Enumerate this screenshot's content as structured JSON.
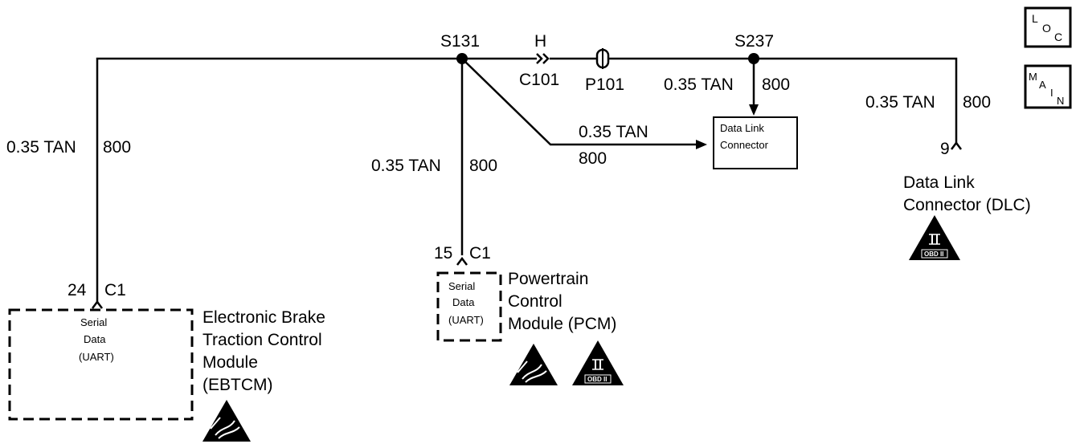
{
  "splices": {
    "s131": "S131",
    "s237": "S237"
  },
  "connectors": {
    "c101_pin": "H",
    "c101": "C101",
    "p101": "P101"
  },
  "wires": {
    "ebtcm_gauge": "0.35 TAN",
    "ebtcm_circuit": "800",
    "pcm_gauge": "0.35 TAN",
    "pcm_circuit": "800",
    "diag_gauge": "0.35 TAN",
    "diag_circuit": "800",
    "s237_gauge": "0.35 TAN",
    "s237_circuit": "800",
    "dlc_gauge": "0.35 TAN",
    "dlc_circuit": "800"
  },
  "ebtcm": {
    "pin": "24",
    "connector": "C1",
    "inner": [
      "Serial",
      "Data",
      "(UART)"
    ],
    "name": [
      "Electronic Brake",
      "Traction Control",
      "Module",
      "(EBTCM)"
    ]
  },
  "pcm": {
    "pin": "15",
    "connector": "C1",
    "inner": [
      "Serial",
      "Data",
      "(UART)"
    ],
    "name": [
      "Powertrain",
      "Control",
      "Module (PCM)"
    ]
  },
  "dlc_small_box": {
    "lines": [
      "Data Link",
      "Connector"
    ]
  },
  "dlc": {
    "pin": "9",
    "name": [
      "Data Link",
      "Connector (DLC)"
    ]
  },
  "badges": {
    "loc": [
      "L",
      "O",
      "C"
    ],
    "main": [
      "M",
      "A",
      "I",
      "N"
    ],
    "obd_numeral": "II",
    "obd_text": "OBD II"
  },
  "colors": {
    "ink": "#000000",
    "paper": "#ffffff"
  }
}
